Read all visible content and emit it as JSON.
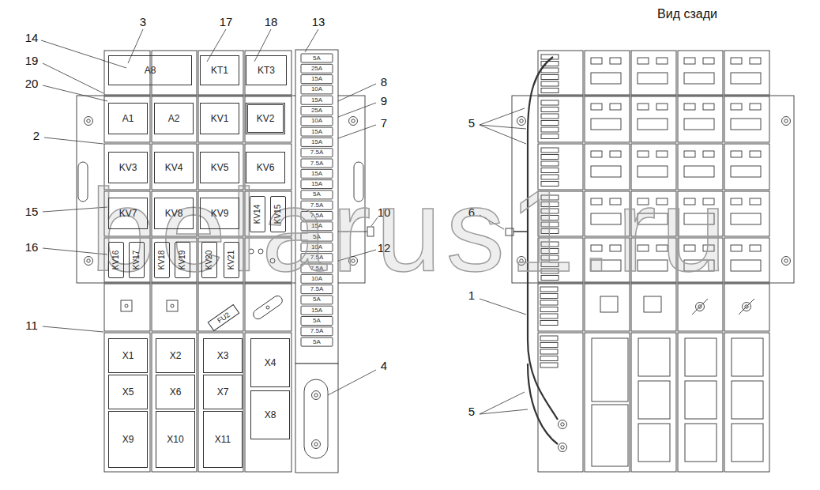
{
  "diagram": {
    "nodes": [
      {
        "text": [
          "A8"
        ]
      },
      {
        "text": [
          "KT1"
        ]
      },
      {
        "text": [
          "KT3"
        ]
      },
      {
        "text": [
          "A1"
        ]
      },
      {
        "text": [
          "A2"
        ]
      },
      {
        "text": [
          "KV1"
        ]
      },
      {
        "text": [
          "KV2"
        ]
      },
      {
        "text": [
          "KV3"
        ]
      },
      {
        "text": [
          "KV4"
        ]
      },
      {
        "text": [
          "KV5"
        ]
      },
      {
        "text": [
          "KV6"
        ]
      },
      {
        "text": [
          "KV7"
        ]
      },
      {
        "text": [
          "KV8"
        ]
      },
      {
        "text": [
          "KV9"
        ]
      },
      {
        "text": [
          "KV14"
        ]
      },
      {
        "text": [
          "KV15"
        ]
      },
      {
        "text": [
          "KV16"
        ]
      },
      {
        "text": [
          "KV17"
        ]
      },
      {
        "text": [
          "KV18"
        ]
      },
      {
        "text": [
          "KV19"
        ]
      },
      {
        "text": [
          "KV20"
        ]
      },
      {
        "text": [
          "KV21"
        ]
      },
      {
        "text": [
          "FU2"
        ]
      },
      {
        "text": [
          "X1"
        ]
      },
      {
        "text": [
          "X2"
        ]
      },
      {
        "text": [
          "X3"
        ]
      },
      {
        "text": [
          "X4"
        ]
      },
      {
        "text": [
          "X5"
        ]
      },
      {
        "text": [
          "X6"
        ]
      },
      {
        "text": [
          "X7"
        ]
      },
      {
        "text": [
          "X8"
        ]
      },
      {
        "text": [
          "X9"
        ]
      },
      {
        "text": [
          "X10"
        ]
      },
      {
        "text": [
          "X11"
        ]
      }
    ],
    "labels": [
      "3",
      "17",
      "18",
      "13",
      "14",
      "19",
      "20",
      "8",
      "9",
      "7",
      "2",
      "15",
      "10",
      "16",
      "12",
      "11",
      "4",
      "Вид сзади",
      "5",
      "6",
      "1",
      "5",
      "5A",
      "25A",
      "15A",
      "10A",
      "15A",
      "25A",
      "10A",
      "15A",
      "15A",
      "7.5A",
      "7.5A",
      "15A",
      "15A",
      "5A",
      "7.5A",
      "7.5A",
      "15A",
      "5A",
      "10A",
      "7.5A",
      "7.5A",
      "10A",
      "7.5A",
      "5A",
      "15A",
      "5A",
      "7.5A",
      "5A",
      "belarus1.ru"
    ]
  }
}
